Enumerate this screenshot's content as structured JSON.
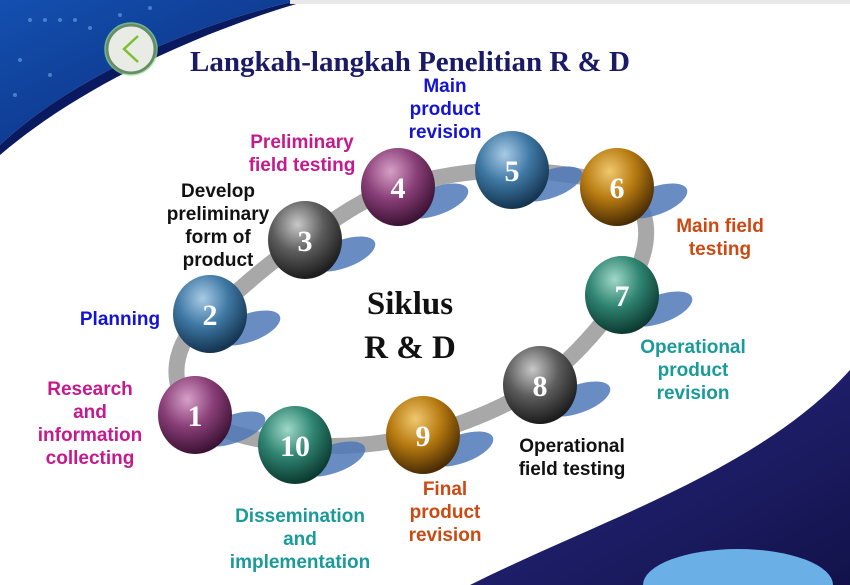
{
  "title": "Langkah-langkah Penelitian R & D",
  "center_label": {
    "line1": "Siklus",
    "line2": "R & D"
  },
  "colors": {
    "title": "#1a1a66",
    "blue": "#1414d2",
    "magenta": "#c41a8e",
    "black": "#111111",
    "orange": "#cc4a12",
    "teal": "#1a9a9a"
  },
  "steps": [
    {
      "number": "1",
      "lines": [
        "Research",
        "and",
        "information",
        "collecting"
      ]
    },
    {
      "number": "2",
      "lines": [
        "Planning"
      ]
    },
    {
      "number": "3",
      "lines": [
        "Develop",
        "preliminary",
        "form of",
        "product"
      ]
    },
    {
      "number": "4",
      "lines": [
        "Preliminary",
        "field testing"
      ]
    },
    {
      "number": "5",
      "lines": [
        "Main",
        "product",
        "revision"
      ]
    },
    {
      "number": "6",
      "lines": [
        "Main field",
        "testing"
      ]
    },
    {
      "number": "7",
      "lines": [
        "Operational",
        "product",
        "revision"
      ]
    },
    {
      "number": "8",
      "lines": [
        "Operational",
        "field testing"
      ]
    },
    {
      "number": "9",
      "lines": [
        "Final",
        "product",
        "revision"
      ]
    },
    {
      "number": "10",
      "lines": [
        "Dissemination",
        "and",
        "implementation"
      ]
    }
  ]
}
